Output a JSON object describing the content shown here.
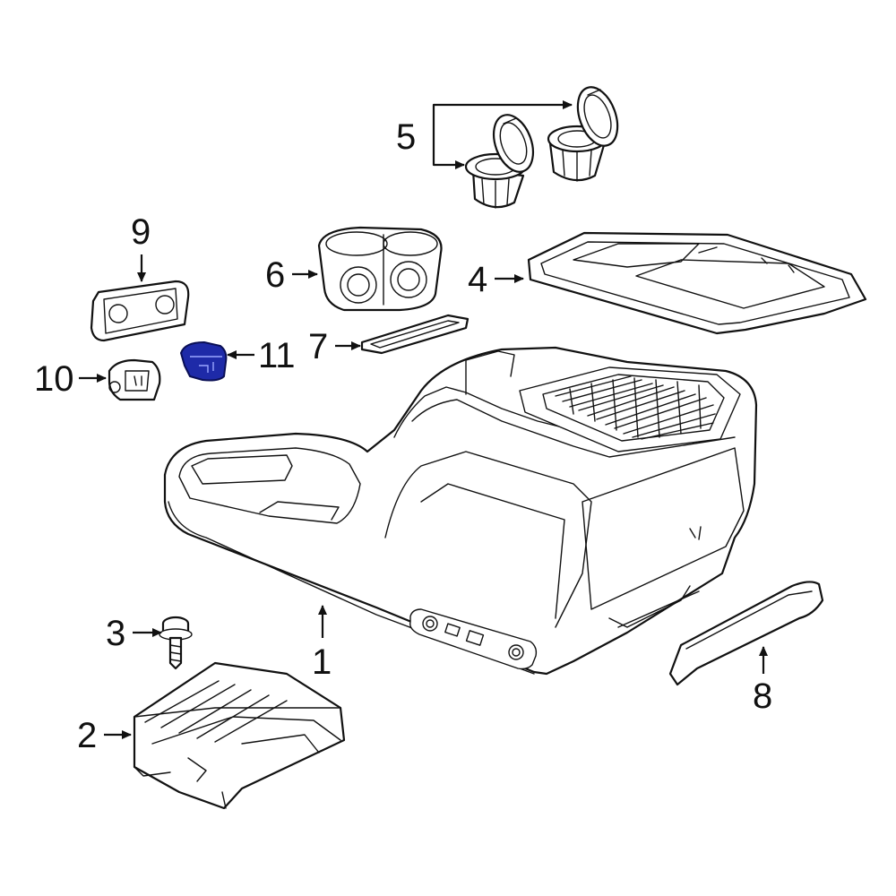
{
  "callouts": {
    "c1": "1",
    "c2": "2",
    "c3": "3",
    "c4": "4",
    "c5": "5",
    "c6": "6",
    "c7": "7",
    "c8": "8",
    "c9": "9",
    "c10": "10",
    "c11": "11"
  },
  "highlight_color": "#1e2aa8",
  "line_color": "#111111"
}
